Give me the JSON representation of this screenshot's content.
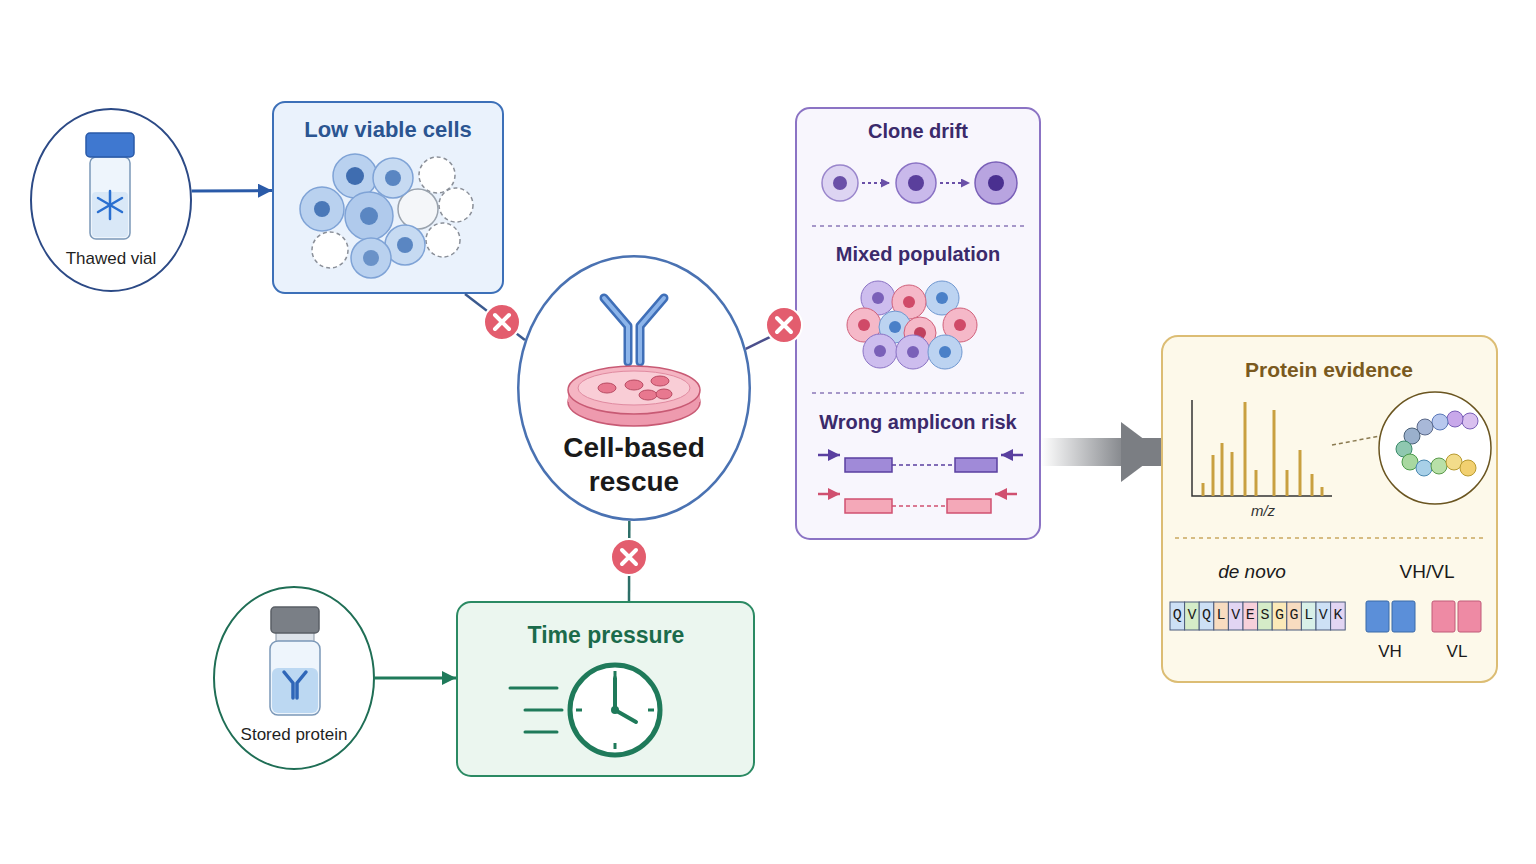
{
  "diagram": {
    "nodes": [
      {
        "text": [
          "Thawed vial"
        ]
      },
      {
        "text": [
          "Low viable cells"
        ]
      },
      {
        "text": [
          "Cell-based rescue"
        ]
      },
      {
        "text": [
          "Clone drift",
          "Mixed population",
          "Wrong amplicon risk"
        ]
      },
      {
        "text": [
          "Protein evidence"
        ]
      },
      {
        "text": [
          "Stored protein"
        ]
      },
      {
        "text": [
          "Time pressure"
        ]
      }
    ],
    "edges": [
      {
        "from": 0,
        "to": 1,
        "arrow": "to"
      },
      {
        "from": 1,
        "to": 2,
        "arrow": "none"
      },
      {
        "from": 2,
        "to": 3,
        "arrow": "none"
      },
      {
        "from": 3,
        "to": 4,
        "arrow": "to"
      },
      {
        "from": 5,
        "to": 6,
        "arrow": "to"
      },
      {
        "from": 2,
        "to": 6,
        "arrow": "none"
      }
    ],
    "labels": [
      "m/z",
      "de novo",
      "QVQLVESGGLVK",
      "VH/VL",
      "VH",
      "VL"
    ]
  }
}
